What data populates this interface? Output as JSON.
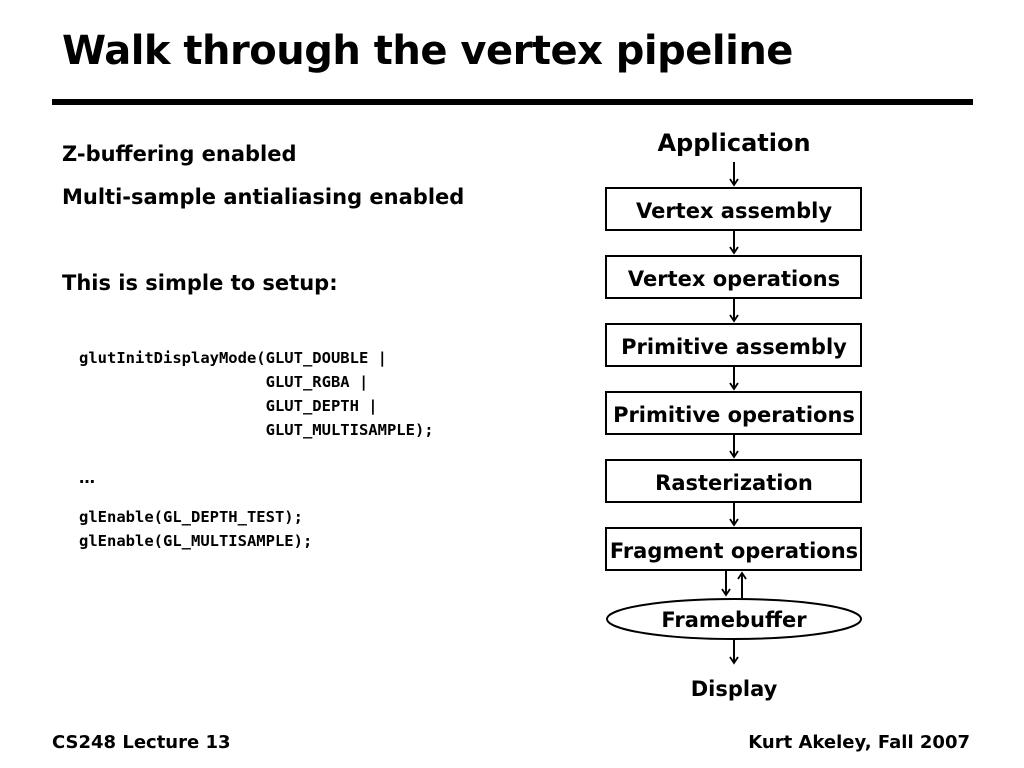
{
  "slide": {
    "title": "Walk through the vertex pipeline"
  },
  "bullets": [
    "Z-buffering enabled",
    "Multi-sample antialiasing enabled",
    "This is simple to setup:"
  ],
  "code": {
    "block1": [
      "glutInitDisplayMode(GLUT_DOUBLE |",
      "                    GLUT_RGBA |",
      "                    GLUT_DEPTH |",
      "                    GLUT_MULTISAMPLE);"
    ],
    "ellipsis": "…",
    "block2": [
      "glEnable(GL_DEPTH_TEST);",
      "glEnable(GL_MULTISAMPLE);"
    ]
  },
  "pipeline": {
    "source": "Application",
    "stages": [
      "Vertex assembly",
      "Vertex operations",
      "Primitive assembly",
      "Primitive operations",
      "Rasterization",
      "Fragment operations"
    ],
    "storage": "Framebuffer",
    "sink": "Display"
  },
  "footer": {
    "left": "CS248 Lecture 13",
    "right": "Kurt Akeley, Fall 2007"
  }
}
